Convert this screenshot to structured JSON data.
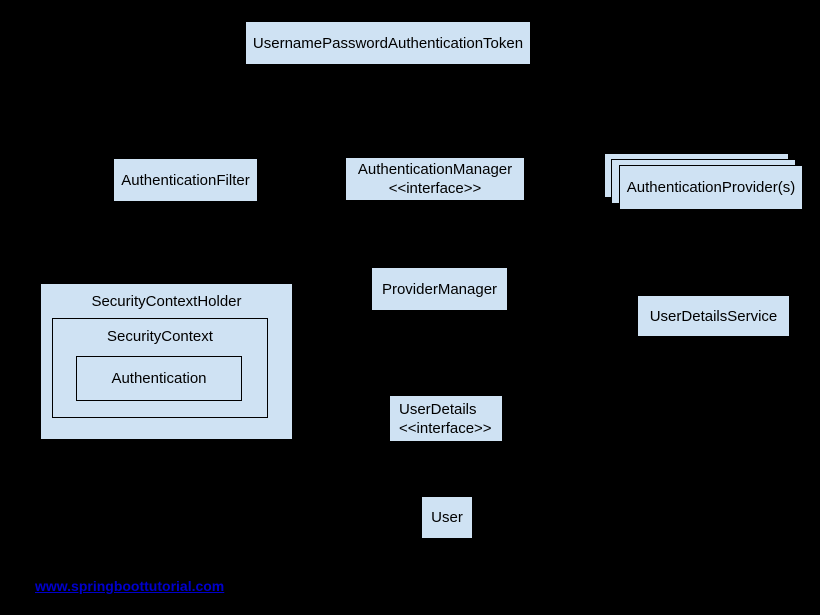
{
  "colors": {
    "background": "#000000",
    "node_fill": "#cfe2f3",
    "node_border": "#000000",
    "text": "#000000",
    "link": "#0000cc"
  },
  "nodes": {
    "token": {
      "label": "UsernamePasswordAuthenticationToken"
    },
    "filter": {
      "label": "AuthenticationFilter"
    },
    "manager": {
      "label": "AuthenticationManager",
      "stereotype": "<<interface>>"
    },
    "providers": {
      "label": "AuthenticationProvider(s)"
    },
    "provider_manager": {
      "label": "ProviderManager"
    },
    "user_details_service": {
      "label": "UserDetailsService"
    },
    "security_context_holder": {
      "label": "SecurityContextHolder"
    },
    "security_context": {
      "label": "SecurityContext"
    },
    "authentication": {
      "label": "Authentication"
    },
    "user_details": {
      "label": "UserDetails",
      "stereotype": "<<interface>>"
    },
    "user": {
      "label": "User"
    }
  },
  "footer": {
    "link_text": "www.springboottutorial.com"
  }
}
